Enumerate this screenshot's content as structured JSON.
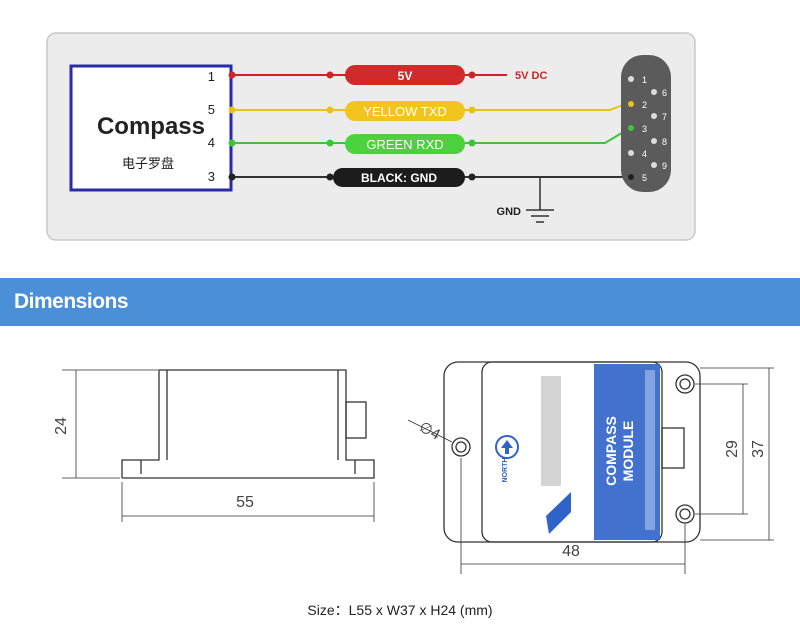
{
  "wiring": {
    "module_title": "Compass",
    "module_subtitle": "电子罗盘",
    "pins": [
      {
        "number": "1",
        "label": "5V",
        "wire_color": "#c8262a",
        "label_bg": "#d12a2a",
        "label_fg": "#ffffff"
      },
      {
        "number": "5",
        "label": "YELLOW TXD",
        "wire_color": "#e8c21a",
        "label_bg": "#f2c41e",
        "label_fg": "#ffffff"
      },
      {
        "number": "4",
        "label": "GREEN RXD",
        "wire_color": "#3ec43a",
        "label_bg": "#4bd23c",
        "label_fg": "#ffffff"
      },
      {
        "number": "3",
        "label": "BLACK: GND",
        "wire_color": "#333333",
        "label_bg": "#1c1c1c",
        "label_fg": "#ffffff"
      }
    ],
    "supply_label": "5V DC",
    "gnd_label": "GND",
    "db9_pins_left": [
      "1",
      "2",
      "3",
      "4",
      "5"
    ],
    "db9_pins_right": [
      "6",
      "7",
      "8",
      "9"
    ]
  },
  "section_title": "Dimensions",
  "side_view": {
    "height": "24",
    "length": "55"
  },
  "top_view": {
    "hole_diameter": "∅4",
    "inner_height": "29",
    "outer_height": "37",
    "width": "48",
    "north_label": "NORTH",
    "module_text_1": "COMPASS",
    "module_text_2": "MODULE"
  },
  "size_text": "Size：L55 x W37 x H24 (mm)"
}
